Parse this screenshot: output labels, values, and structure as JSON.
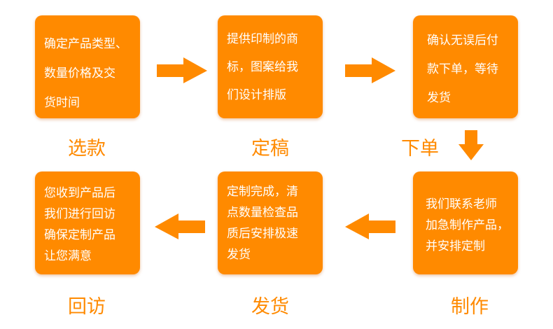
{
  "steps": [
    {
      "title": "选款",
      "lines": [
        "确定产品类型、",
        "数量价格及交",
        "货时间"
      ]
    },
    {
      "title": "定稿",
      "lines": [
        "提供印制的商",
        "标，图案给我",
        "们设计排版"
      ]
    },
    {
      "title": "下单",
      "lines": [
        "确认无误后付",
        "款下单，等待",
        "发货"
      ]
    },
    {
      "title": "制作",
      "lines": [
        "我们联系老师",
        "加急制作产品，",
        "并安排定制"
      ]
    },
    {
      "title": "发货",
      "lines": [
        "定制完成，清",
        "点数量检查品",
        "质后安排极速",
        "发货"
      ]
    },
    {
      "title": "回访",
      "lines": [
        "您收到产品后",
        "我们进行回访",
        "确保定制产品",
        "让您满意"
      ]
    }
  ],
  "colors": {
    "accent": "#FF8A00"
  }
}
